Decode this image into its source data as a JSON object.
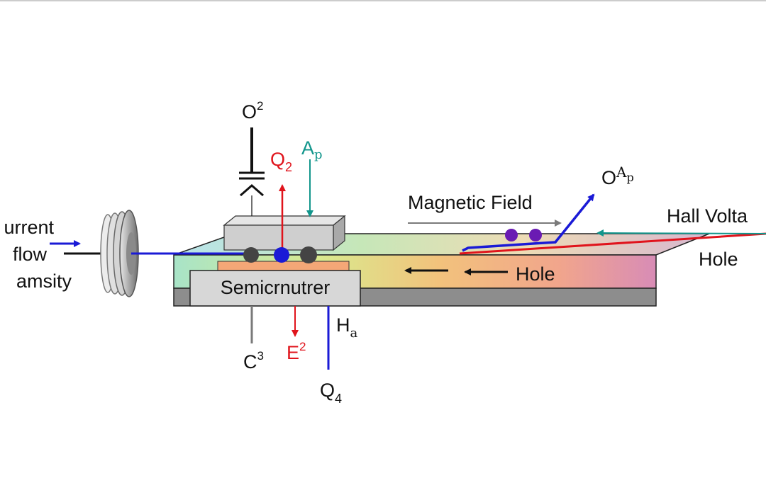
{
  "labels": {
    "current_line1": "urrent",
    "current_line2": "flow",
    "current_line3": "amsity",
    "semiconductor_box": "Semicrnutrer",
    "magnetic_field": "Magnetic Field",
    "hall_voltage": "Hall Volta",
    "hole_right": "Hole",
    "hole_arrow": "Hole",
    "o_top": {
      "base": "O",
      "sup": "2"
    },
    "q2": {
      "base": "Q",
      "sub": "2"
    },
    "ap_top": {
      "base": "A",
      "sub": "p"
    },
    "o_ap": {
      "base": "O",
      "sup": "A",
      "sup_sub": "p"
    },
    "c3": {
      "base": "C",
      "sup": "3"
    },
    "e2": {
      "base": "E",
      "sup": "2"
    },
    "ha": {
      "base": "H",
      "sub": "a"
    },
    "q4": {
      "base": "Q",
      "sub": "4"
    }
  },
  "colors": {
    "blue": "#1a1ad6",
    "red": "#e0141c",
    "teal": "#12968c",
    "gray": "#7a7a7a",
    "black": "#111111",
    "purple": "#6a1bb3"
  }
}
